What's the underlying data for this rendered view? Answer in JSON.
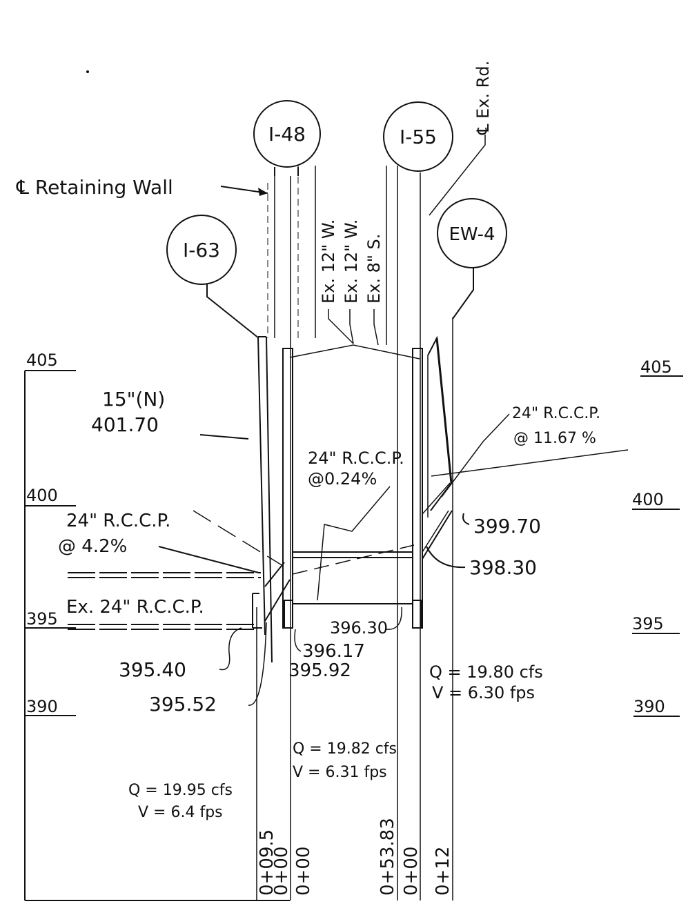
{
  "structures": {
    "i48": "I-48",
    "i55": "I-55",
    "i63": "I-63",
    "ew4": "EW-4"
  },
  "centerlines": {
    "retaining_wall": "℄ Retaining Wall",
    "ex_road": "℄ Ex. Rd."
  },
  "existing_utilities": {
    "water1": "Ex. 12\" W.",
    "water2": "Ex. 12\" W.",
    "sewer": "Ex. 8\" S."
  },
  "elevation_scale": {
    "left": [
      "405",
      "400",
      "395",
      "390"
    ],
    "right": [
      "405",
      "400",
      "395",
      "390"
    ]
  },
  "pipes": {
    "p15_label": "15\"(N)",
    "p15_elev": "401.70",
    "p24_mid_label": "24\" R.C.C.P.",
    "p24_mid_slope": "@0.24%",
    "p24_right_label": "24\" R.C.C.P.",
    "p24_right_slope": "@ 11.67 %",
    "p24_left_label": "24\" R.C.C.P.",
    "p24_left_slope": "@ 4.2%",
    "ex24_label": "Ex. 24\" R.C.C.P."
  },
  "inverts": {
    "e39970": "399.70",
    "e39830": "398.30",
    "e39630": "396.30",
    "e39617": "396.17",
    "e39540": "395.40",
    "e39592": "395.92",
    "e39552": "395.52"
  },
  "flows": {
    "q_right": "Q = 19.80 cfs",
    "v_right": "V = 6.30 fps",
    "q_mid": "Q = 19.82 cfs",
    "v_mid": "V = 6.31 fps",
    "q_left": "Q = 19.95 cfs",
    "v_left": "V = 6.4 fps"
  },
  "stations": [
    "0+09.5",
    "0+00",
    "0+00",
    "0+53.83",
    "0+00",
    "0+12"
  ]
}
